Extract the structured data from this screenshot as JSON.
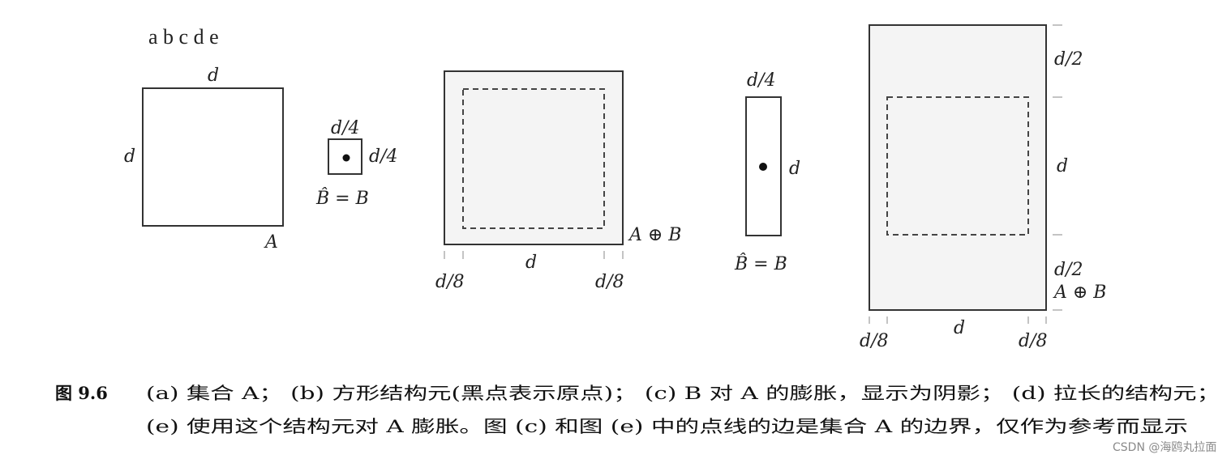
{
  "header_letters": "a b c d e",
  "panel_a": {
    "top": "d",
    "left": "d",
    "name": "A"
  },
  "panel_b": {
    "top": "d/4",
    "right": "d/4",
    "caption": "B̂ = B"
  },
  "panel_c": {
    "name": "A ⊕ B",
    "bottom_left": "d/8",
    "bottom_mid": "d",
    "bottom_right": "d/8"
  },
  "panel_d": {
    "top": "d/4",
    "right": "d",
    "caption": "B̂ = B"
  },
  "panel_e": {
    "right_top": "d/2",
    "right_mid": "d",
    "right_bottom": "d/2",
    "name": "A ⊕ B",
    "bottom_left": "d/8",
    "bottom_mid": "d",
    "bottom_right": "d/8"
  },
  "caption": {
    "figure_number": "图 9.6",
    "line1": "(a) 集合 A； (b) 方形结构元(黑点表示原点)； (c) B 对 A 的膨胀，显示为阴影； (d) 拉长的结构元；",
    "line2": "(e) 使用这个结构元对 A 膨胀。图 (c) 和图 (e) 中的点线的边是集合 A 的边界，仅作为参考而显示"
  },
  "watermark": "CSDN @海鸥丸拉面"
}
